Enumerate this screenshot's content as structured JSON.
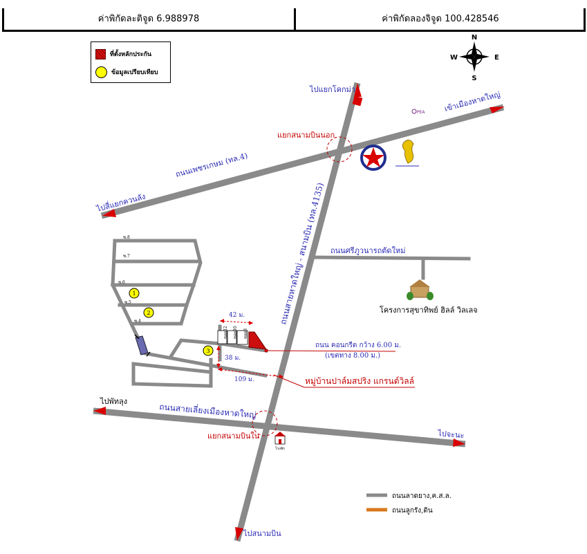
{
  "header": {
    "latitude_text": "ค่าพิกัดละติจูด 6.988978",
    "longitude_text": "ค่าพิกัดลองจิจูด 100.428546"
  },
  "legend": {
    "land_label": "ที่ตั้งหลักประกัน",
    "comparison_label": "ข้อมูลเปรียบเทียบ"
  },
  "compass": {
    "n": "N",
    "s": "S",
    "e": "E",
    "w": "W"
  },
  "labels": {
    "to_khokmo": "ไปแยกโคกม่า",
    "to_hatyai": "เข้าเมืองหาดใหญ่",
    "junction_outer": "แยกสนามบินนอก",
    "road_phetkasem": "ถนนเพชรเกษม (ทล.4)",
    "to_khuanlang": "ไปสี่แยกควนลัง",
    "road_main": "ถนนสายหาดใหญ่ - สนามบิน (ทล.4135)",
    "road_sriphuwanart": "ถนนศรีภูวนารถตัดใหม่",
    "project": "โครงการสุขาทิพย์ ฮิลล์ วิลเลจ",
    "dist_42": "42 ม.",
    "road_concrete_1": "ถนน คอนกรีต กว้าง 6.00 ม.",
    "road_concrete_2": "(เขตทาง 8.00 ม.)",
    "dist_38": "38 ม.",
    "dist_109": "109 ม.",
    "village": "หมู่บ้านปาล์มสปริง แกรนด์วิลล์",
    "to_phatthalung": "ไปพัทลุง",
    "road_bypass": "ถนนสายเลี่ยงเมืองหาดใหญ่",
    "to_chana": "ไปจะนะ",
    "junction_inner": "แยกสนามบินใน",
    "police": "โรงพัก",
    "to_airport": "ไปสนามบิน",
    "pea": "PEA",
    "soi_8": "ซ.8",
    "soi_7": "ซ.7",
    "soi_6": "ซ.6",
    "soi_5": "ซ.5",
    "soi_4": "ซ.4",
    "lot_1": "ซอย12",
    "lot_2": "ซอย10",
    "lot_3": "ซอย8",
    "marker_1": "1",
    "marker_2": "2",
    "marker_3": "3"
  },
  "map_legend": {
    "asphalt": "ถนนลาดยาง,ค.ส.ล.",
    "gravel": "ถนนลูกรัง,ดิน"
  },
  "colors": {
    "road": "#8a8a8a",
    "arrow": "#d90000",
    "road_label": "#2b2bb5",
    "red_label": "#c40000",
    "marker": "#ffff00",
    "gravel": "#d97a1c"
  }
}
